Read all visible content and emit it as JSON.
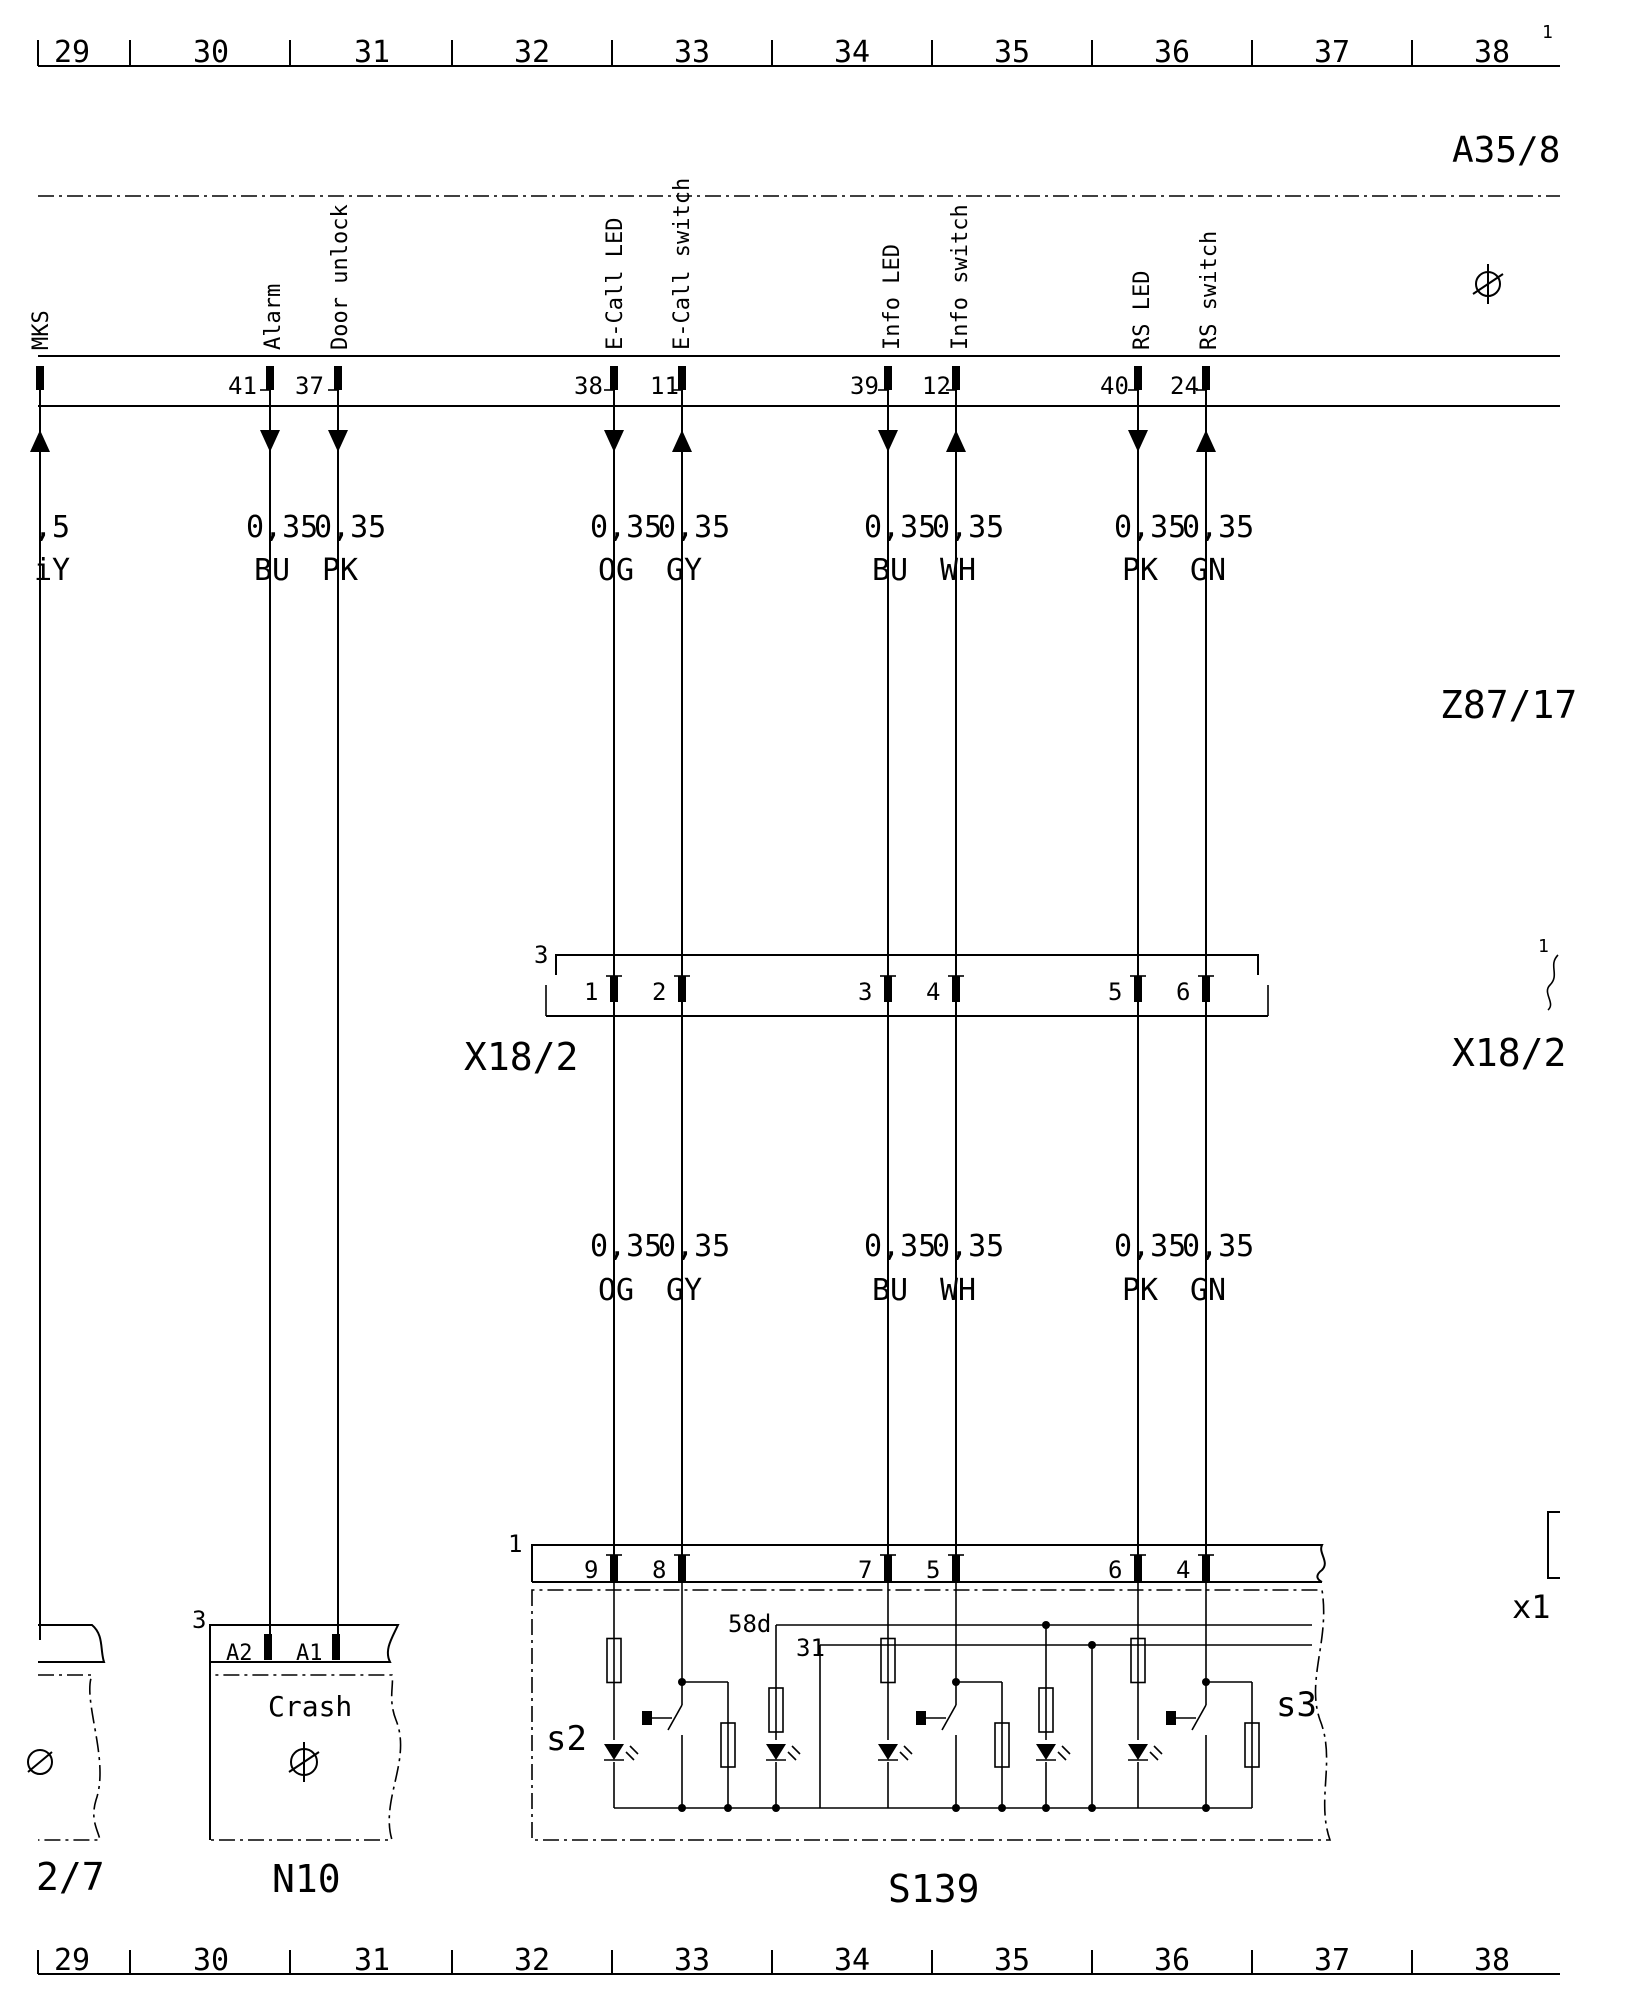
{
  "grid_numbers": [
    "29",
    "30",
    "31",
    "32",
    "33",
    "34",
    "35",
    "36",
    "37",
    "38"
  ],
  "top_right_component": "A35/8",
  "harness_label": "Z87/17",
  "connector_labels": {
    "x18_2_left": "X18/2",
    "x18_2_right": "X18/2",
    "x1_fragment": "x1"
  },
  "components": {
    "n10": "N10",
    "s139": "S139",
    "left_cut": "2/7"
  },
  "n10": {
    "inner_label": "Crash",
    "pin_a2": "A2",
    "pin_a1": "A1",
    "corner_num": "3"
  },
  "x18_corner_num": "3",
  "s139": {
    "corner_num": "1",
    "label_58d": "58d",
    "label_31": "31",
    "s2": "s2",
    "s3": "s3"
  },
  "edge_fragments": {
    "top_corner": "1",
    "left_wire_size": ",5",
    "left_wire_color": "iY"
  },
  "left_signal": "MKS",
  "wires": [
    {
      "signal": "Alarm",
      "a35_pin": "41",
      "size_top": "0,35",
      "color_top": "BU",
      "dir": "down"
    },
    {
      "signal": "Door unlock",
      "a35_pin": "37",
      "size_top": "0,35",
      "color_top": "PK",
      "dir": "down"
    },
    {
      "signal": "E-Call LED",
      "a35_pin": "38",
      "size_top": "0,35",
      "color_top": "OG",
      "dir": "down",
      "x18_pin": "1",
      "size_bot": "0,35",
      "color_bot": "OG",
      "s139_pin": "9"
    },
    {
      "signal": "E-Call switch",
      "a35_pin": "11",
      "size_top": "0,35",
      "color_top": "GY",
      "dir": "up",
      "x18_pin": "2",
      "size_bot": "0,35",
      "color_bot": "GY",
      "s139_pin": "8"
    },
    {
      "signal": "Info LED",
      "a35_pin": "39",
      "size_top": "0,35",
      "color_top": "BU",
      "dir": "down",
      "x18_pin": "3",
      "size_bot": "0,35",
      "color_bot": "BU",
      "s139_pin": "7"
    },
    {
      "signal": "Info switch",
      "a35_pin": "12",
      "size_top": "0,35",
      "color_top": "WH",
      "dir": "up",
      "x18_pin": "4",
      "size_bot": "0,35",
      "color_bot": "WH",
      "s139_pin": "5"
    },
    {
      "signal": "RS LED",
      "a35_pin": "40",
      "size_top": "0,35",
      "color_top": "PK",
      "dir": "down",
      "x18_pin": "5",
      "size_bot": "0,35",
      "color_bot": "PK",
      "s139_pin": "6"
    },
    {
      "signal": "RS switch",
      "a35_pin": "24",
      "size_top": "0,35",
      "color_top": "GN",
      "dir": "up",
      "x18_pin": "6",
      "size_bot": "0,35",
      "color_bot": "GN",
      "s139_pin": "4"
    }
  ]
}
